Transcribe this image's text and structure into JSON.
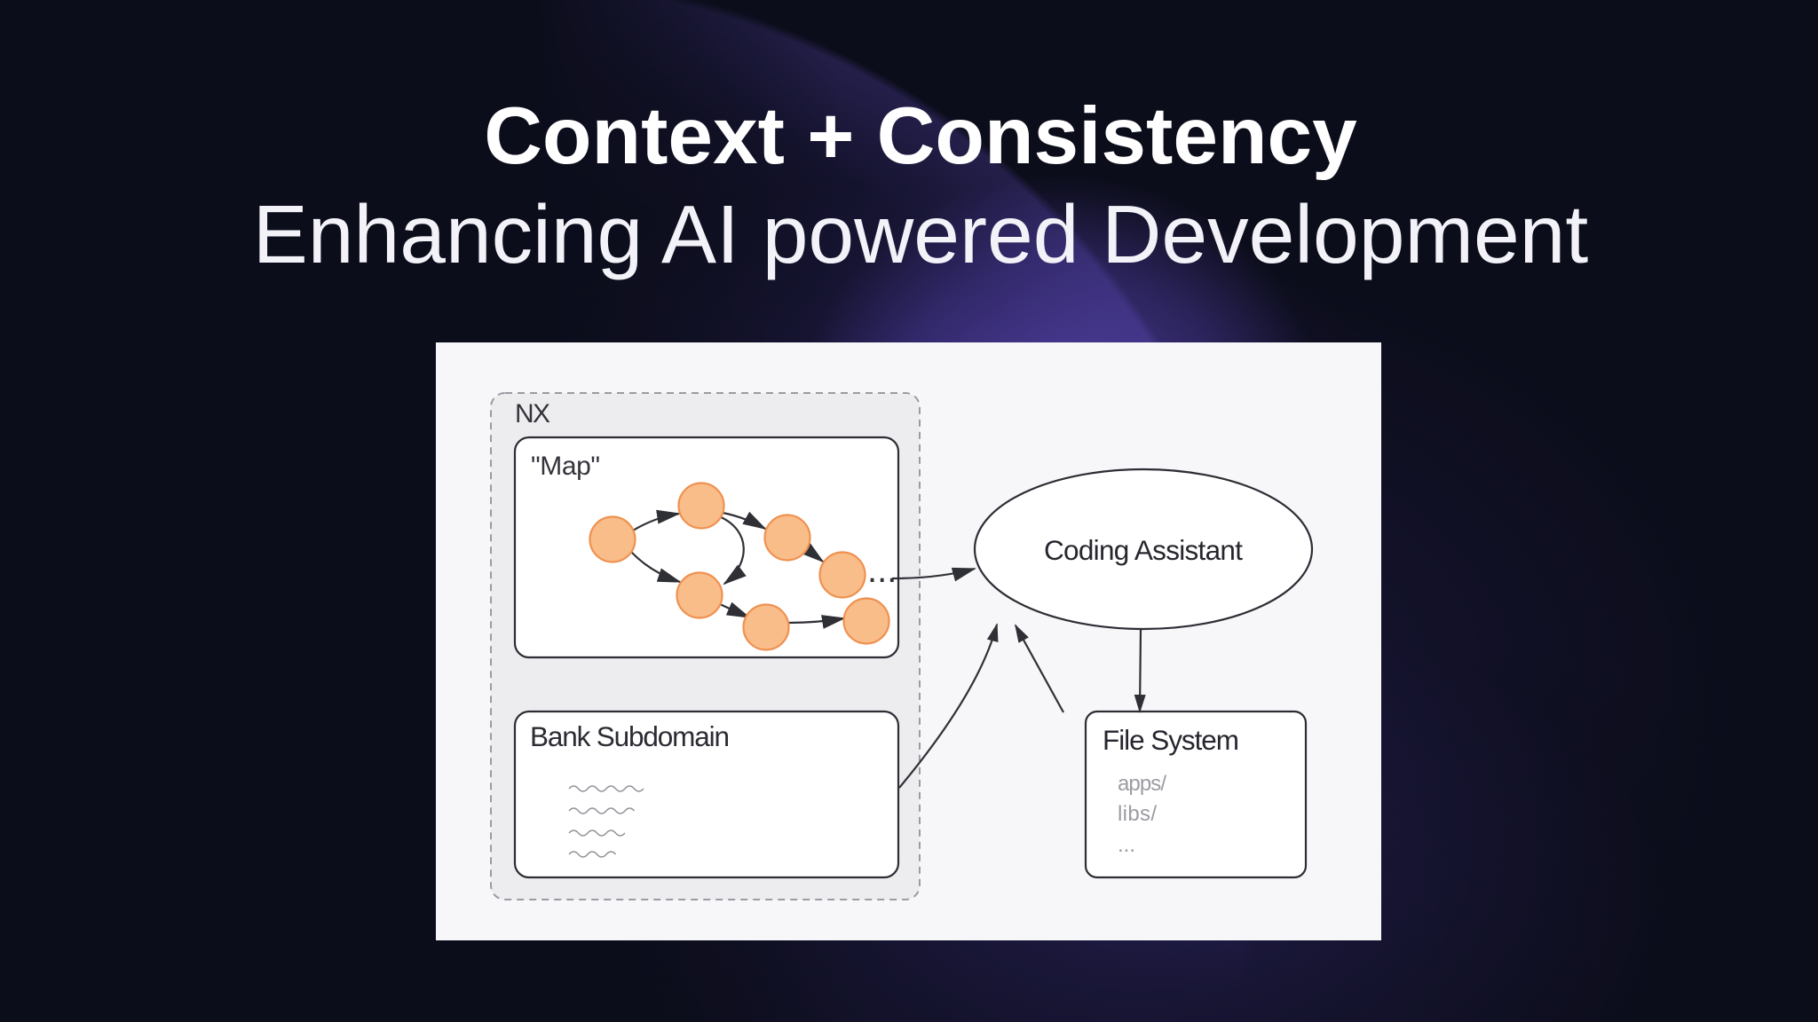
{
  "slide": {
    "title": "Context + Consistency",
    "subtitle": "Enhancing AI powered Development",
    "background_color": "#0c0d1b",
    "glow_color": "#6a50dc",
    "title_color": "#ffffff"
  },
  "diagram": {
    "panel_color": "#f7f7fa",
    "stroke_color": "#2f2f36",
    "node_fill": "#f9bd8a",
    "node_stroke": "#ef9150",
    "muted_color": "#9b9ba3",
    "nx": {
      "label": "NX"
    },
    "map": {
      "label": "\"Map\"",
      "ellipsis": "...",
      "node_count": 7,
      "edges": [
        [
          1,
          2
        ],
        [
          1,
          5
        ],
        [
          2,
          3
        ],
        [
          2,
          5
        ],
        [
          3,
          4
        ],
        [
          5,
          6
        ],
        [
          6,
          7
        ]
      ]
    },
    "bank": {
      "label": "Bank Subdomain"
    },
    "assistant": {
      "label": "Coding Assistant"
    },
    "filesystem": {
      "label": "File System",
      "items": [
        "apps/",
        "libs/",
        "..."
      ]
    },
    "flows": [
      {
        "from": "nx-map",
        "to": "coding-assistant"
      },
      {
        "from": "coding-assistant",
        "to": "file-system"
      },
      {
        "from": "bank-subdomain",
        "to": "coding-assistant"
      },
      {
        "from": "file-system",
        "to": "coding-assistant"
      }
    ]
  }
}
